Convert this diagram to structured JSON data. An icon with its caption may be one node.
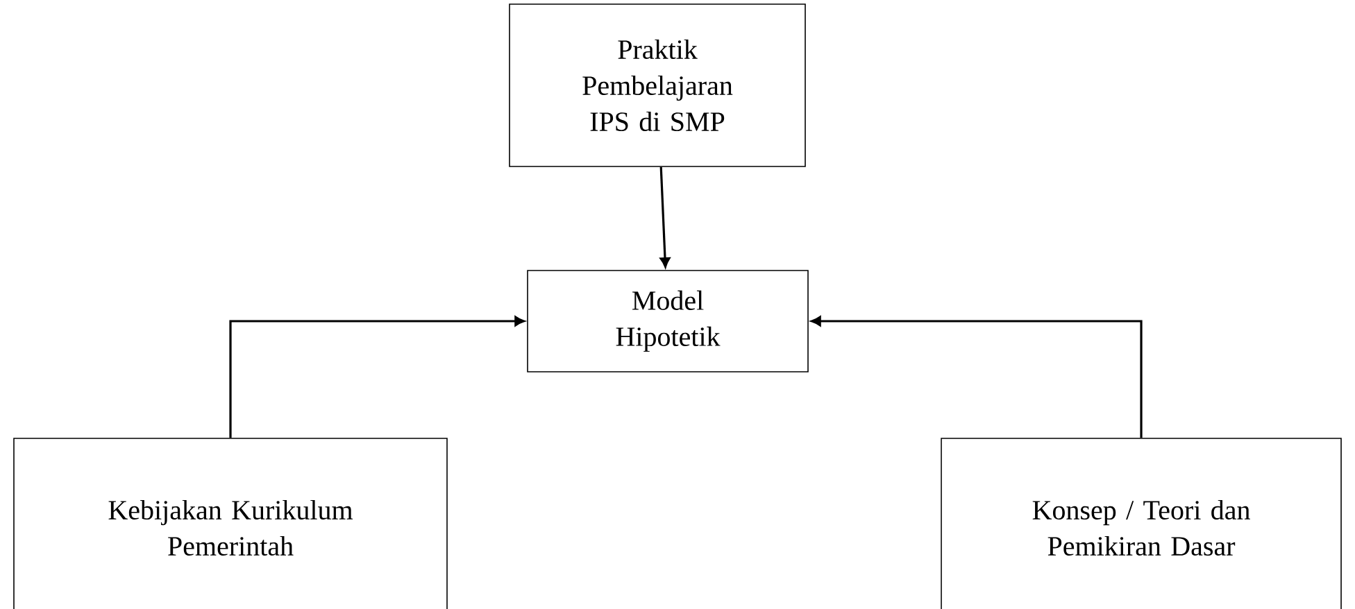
{
  "diagram": {
    "nodes": [
      {
        "text": [
          "Praktik Pembelajaran IPS di SMP"
        ]
      },
      {
        "text": [
          "Model Hipotetik"
        ]
      },
      {
        "text": [
          "Kebijakan Kurikulum Pemerintah"
        ]
      },
      {
        "text": [
          "Konsep / Teori dan Pemikiran Dasar"
        ]
      }
    ],
    "edges": [
      {
        "from": 0,
        "to": 1,
        "arrow": "to"
      },
      {
        "from": 2,
        "to": 1,
        "arrow": "to"
      },
      {
        "from": 3,
        "to": 1,
        "arrow": "to"
      }
    ]
  }
}
